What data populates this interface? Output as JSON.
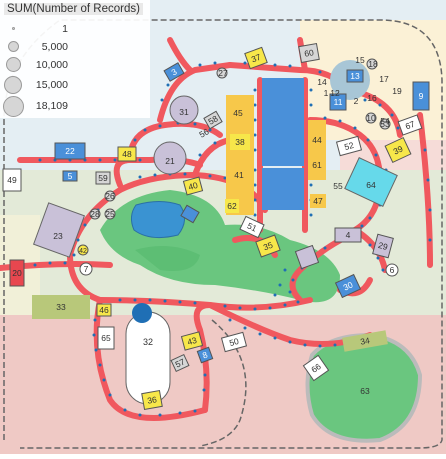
{
  "legend": {
    "title": "SUM(Number of Records)",
    "entries": [
      {
        "label": "1",
        "value": 1
      },
      {
        "label": "5,000",
        "value": 5000
      },
      {
        "label": "10,000",
        "value": 10000
      },
      {
        "label": "15,000",
        "value": 15000
      },
      {
        "label": "18,109",
        "value": 18109
      }
    ]
  },
  "colors": {
    "path": "#f0585e",
    "pond": "#3a93d2",
    "grass": "#6ac67f",
    "building_yellow": "#f7c84a",
    "building_blue": "#4a90d9",
    "building_purple": "#c9c1d8",
    "building_olive": "#b8c87a",
    "building_cyan": "#66d9ea",
    "building_gray": "#d6d6d6",
    "record_dot": "#1f6fb5"
  },
  "chart_data": {
    "type": "scatter",
    "size_field": "SUM(Number of Records)",
    "points": [
      {
        "label": "32",
        "value": 18109
      }
    ]
  },
  "labels": {
    "l1": "1",
    "l2": "2",
    "l3": "3",
    "l4": "4",
    "l5": "5",
    "l6": "6",
    "l7": "7",
    "l8": "8",
    "l9": "9",
    "l10": "10",
    "l11": "11",
    "l12": "12",
    "l13": "13",
    "l14": "14",
    "l15": "15",
    "l16": "16",
    "l17": "17",
    "l18": "18",
    "l19": "19",
    "l20": "20",
    "l21": "21",
    "l22": "22",
    "l23": "23",
    "l25": "25",
    "l26": "26",
    "l27": "27",
    "l28": "28",
    "l29": "29",
    "l30": "30",
    "l31": "31",
    "l32": "32",
    "l33": "33",
    "l34": "34",
    "l35": "35",
    "l36": "36",
    "l37": "37",
    "l38": "38",
    "l39": "39",
    "l40": "40",
    "l41": "41",
    "l42": "42",
    "l43": "43",
    "l44": "44",
    "l45": "45",
    "l46": "46",
    "l47": "47",
    "l48": "48",
    "l49": "49",
    "l50": "50",
    "l51": "51",
    "l52": "52",
    "l53": "53",
    "l54": "54",
    "l55": "55",
    "l56": "56",
    "l57": "57",
    "l58": "58",
    "l59": "59",
    "l60": "60",
    "l61": "61",
    "l62": "62",
    "l63": "63",
    "l64": "64",
    "l65": "65",
    "l66": "66",
    "l67": "67"
  }
}
